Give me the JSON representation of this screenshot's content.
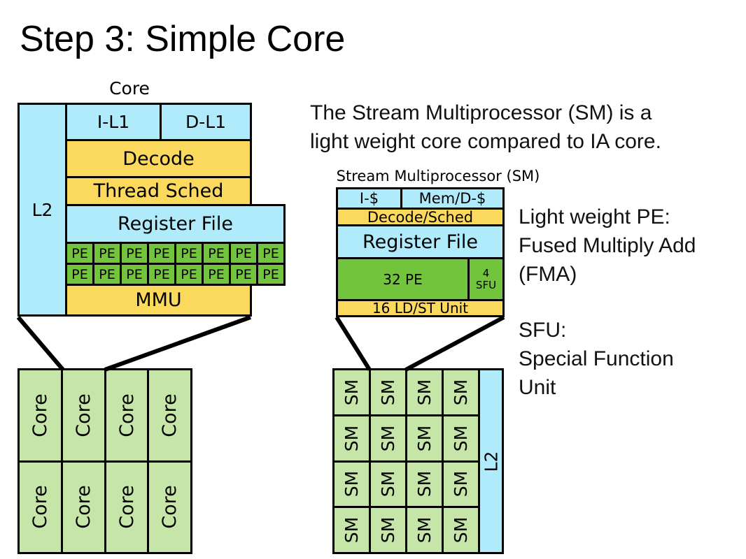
{
  "slide": {
    "title": "Step 3: Simple Core",
    "intro": [
      "The Stream Multiprocessor (SM) is a",
      "light weight core compared to IA core."
    ],
    "pe_note": [
      "Light weight PE:",
      "Fused Multiply Add",
      "(FMA)"
    ],
    "sfu_note": [
      "SFU:",
      "Special Function",
      "Unit"
    ]
  },
  "core_diagram": {
    "caption": "Core",
    "l2": "L2",
    "il1": "I-L1",
    "dl1": "D-L1",
    "decode": "Decode",
    "thread_sched": "Thread Sched",
    "register_file": "Register File",
    "pe": "PE",
    "mmu": "MMU"
  },
  "core_grid": {
    "cell": "Core"
  },
  "sm_diagram": {
    "caption": "Stream Multiprocessor (SM)",
    "icache": "I-$",
    "mem": "Mem/D-$",
    "decode_sched": "Decode/Sched",
    "register_file": "Register File",
    "pe32": "32 PE",
    "sfu_count": "4",
    "sfu": "SFU",
    "ldst": "16 LD/ST Unit"
  },
  "sm_grid": {
    "cell": "SM",
    "l2": "L2"
  },
  "colors": {
    "cache_blue": "#b0ebfb",
    "control_yellow": "#fbd95d",
    "pe_green": "#71c43c",
    "core_light_green": "#c5e6a8"
  }
}
